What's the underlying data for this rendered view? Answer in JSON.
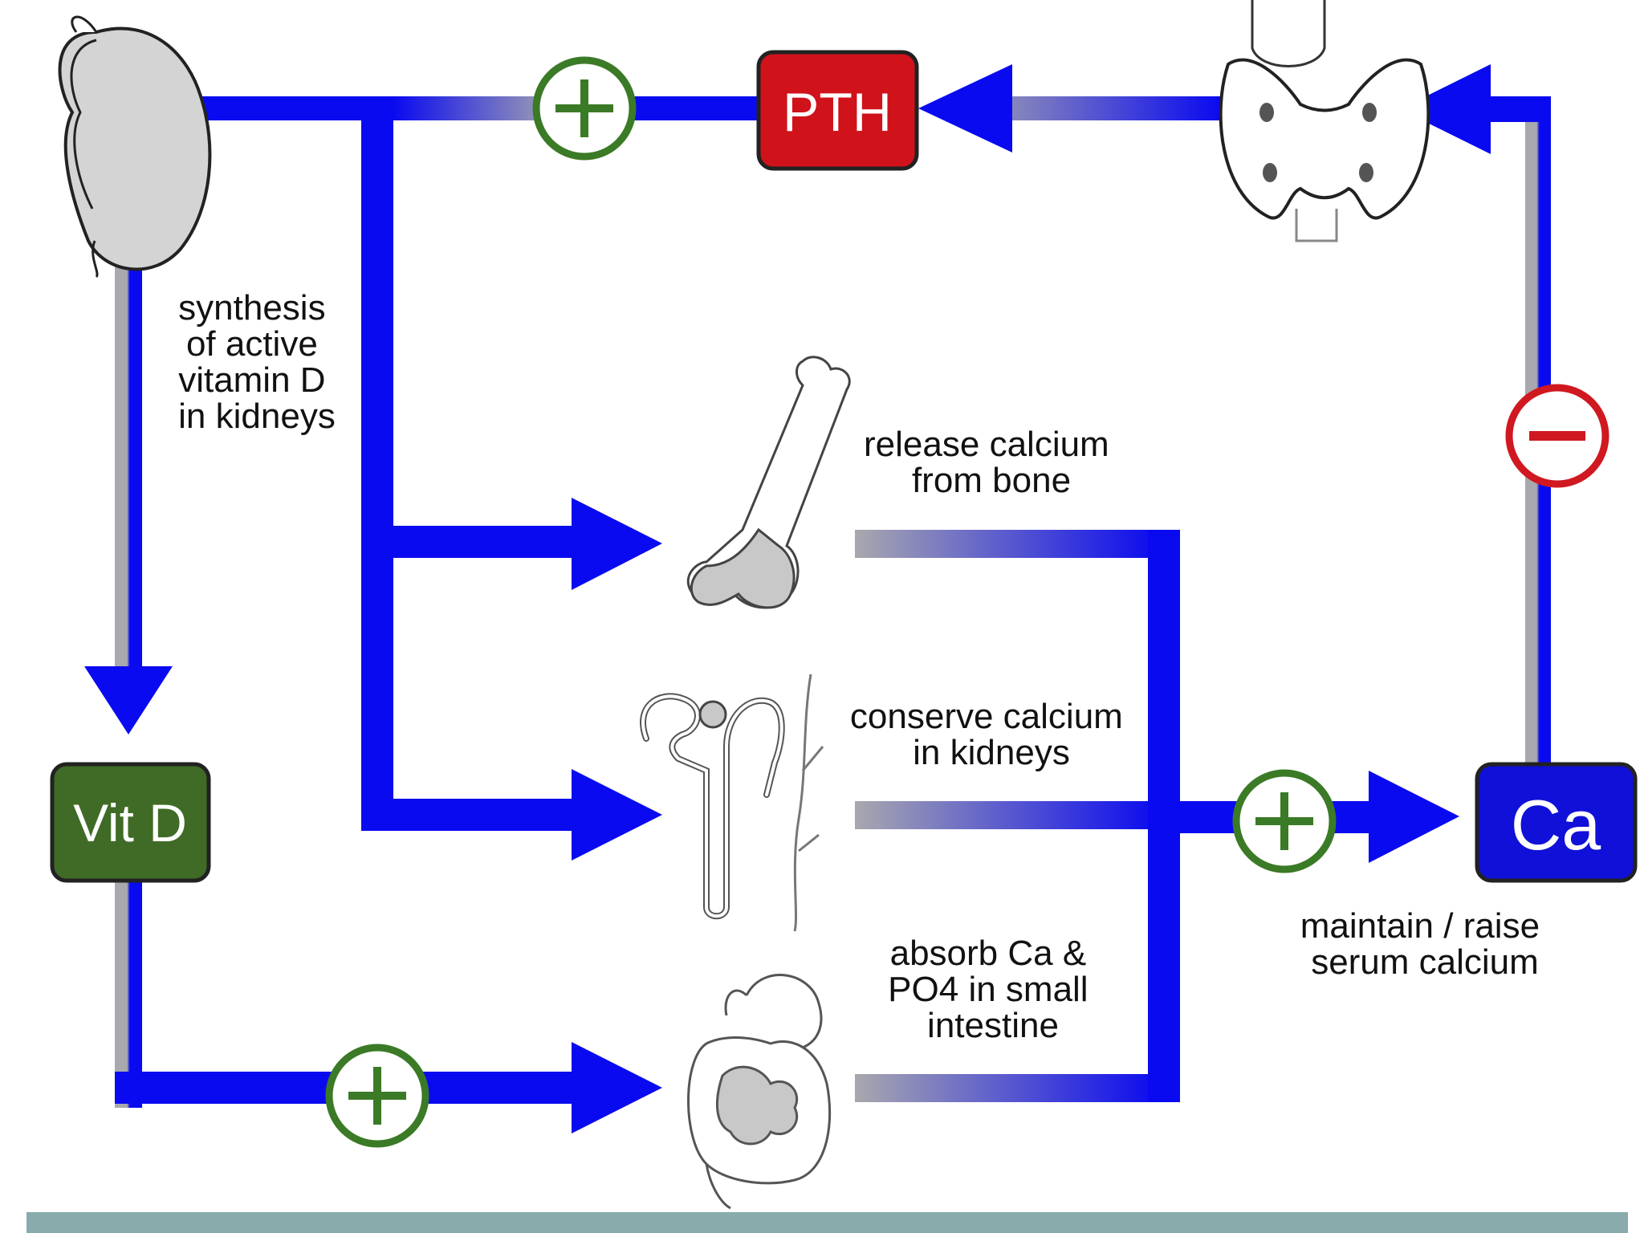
{
  "nodes": {
    "pth": {
      "label": "PTH",
      "color": "#d0121b"
    },
    "vitd": {
      "label": "Vit D",
      "color": "#3f6b26"
    },
    "ca": {
      "label": "Ca",
      "color": "#1010d8"
    }
  },
  "labels": {
    "synthesis": [
      "synthesis",
      "of active",
      "vitamin D",
      "in kidneys"
    ],
    "bone": [
      "release calcium",
      "from bone"
    ],
    "kidney": [
      "conserve calcium",
      "in kidneys"
    ],
    "intestine": [
      "absorb Ca &",
      "PO4 in small",
      "intestine"
    ],
    "serum": [
      "maintain / raise",
      "serum calcium"
    ]
  },
  "signs": {
    "plus": "+",
    "minus": "−"
  },
  "colors": {
    "arrow": "#0a0af0",
    "plus": "#3b7a26",
    "minus": "#d01820",
    "fade": "#a0a0a8",
    "organ": "#d4d4d4"
  },
  "icons": [
    "kidney-icon",
    "parathyroid-gland-icon",
    "femur-bone-icon",
    "nephron-icon",
    "intestine-icon"
  ]
}
